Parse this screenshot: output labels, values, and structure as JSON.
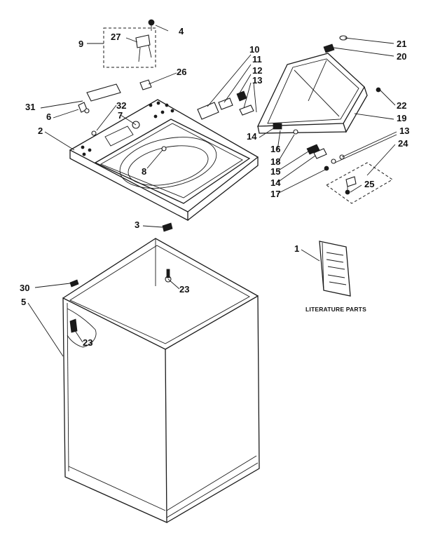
{
  "diagram": {
    "callouts": [
      {
        "id": "c4",
        "text": "4"
      },
      {
        "id": "c9",
        "text": "9"
      },
      {
        "id": "c27",
        "text": "27"
      },
      {
        "id": "c26",
        "text": "26"
      },
      {
        "id": "c10",
        "text": "10"
      },
      {
        "id": "c11",
        "text": "11"
      },
      {
        "id": "c12",
        "text": "12"
      },
      {
        "id": "c13a",
        "text": "13"
      },
      {
        "id": "c21",
        "text": "21"
      },
      {
        "id": "c20",
        "text": "20"
      },
      {
        "id": "c22",
        "text": "22"
      },
      {
        "id": "c19",
        "text": "19"
      },
      {
        "id": "c13b",
        "text": "13"
      },
      {
        "id": "c24",
        "text": "24"
      },
      {
        "id": "c25",
        "text": "25"
      },
      {
        "id": "c31",
        "text": "31"
      },
      {
        "id": "c6",
        "text": "6"
      },
      {
        "id": "c32",
        "text": "32"
      },
      {
        "id": "c7",
        "text": "7"
      },
      {
        "id": "c2",
        "text": "2"
      },
      {
        "id": "c8",
        "text": "8"
      },
      {
        "id": "c14a",
        "text": "14"
      },
      {
        "id": "c16",
        "text": "16"
      },
      {
        "id": "c18",
        "text": "18"
      },
      {
        "id": "c15",
        "text": "15"
      },
      {
        "id": "c14b",
        "text": "14"
      },
      {
        "id": "c17",
        "text": "17"
      },
      {
        "id": "c3",
        "text": "3"
      },
      {
        "id": "c1",
        "text": "1"
      },
      {
        "id": "c23a",
        "text": "23"
      },
      {
        "id": "c30",
        "text": "30"
      },
      {
        "id": "c5",
        "text": "5"
      },
      {
        "id": "c23b",
        "text": "23"
      }
    ],
    "literature_label": "LITERATURE PARTS"
  }
}
